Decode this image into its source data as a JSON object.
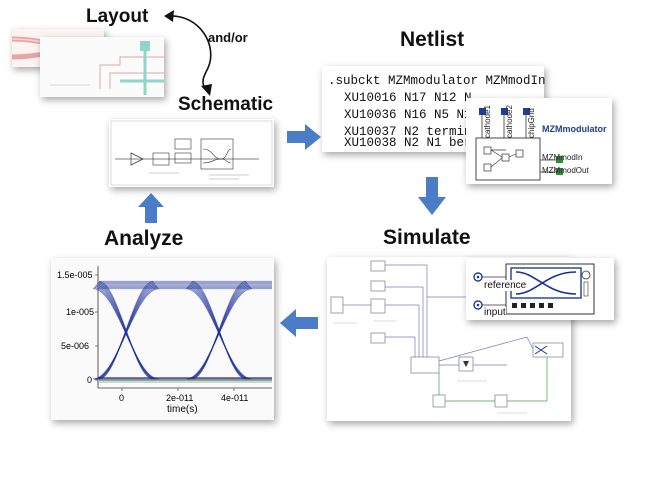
{
  "labels": {
    "layout": "Layout",
    "and_or": "and/or",
    "schematic": "Schematic",
    "netlist": "Netlist",
    "simulate": "Simulate",
    "analyze": "Analyze"
  },
  "netlist": {
    "lines": [
      ".subckt MZMmodulator MZMmodIn",
      "XU10016 N17 N12 N",
      "XU10036 N16 N5 N1",
      "XU10037 N2 termin",
      "XU10038 N2 N1 ber"
    ]
  },
  "symbol": {
    "title": "MZMmodulator",
    "pins_top": [
      "cathode1",
      "cathode2",
      "chipGnd"
    ],
    "pin_in": "MZMmodIn",
    "pin_out": "MZMmodOut"
  },
  "sim_popup": {
    "reference": "reference",
    "input": "input"
  },
  "eye_plot": {
    "xlabel": "time(s)",
    "yticks": [
      "1.5e-005",
      "1e-005",
      "5e-006",
      "0"
    ],
    "xticks": [
      "0",
      "2e-011",
      "4e-011"
    ]
  },
  "colors": {
    "arrow": "#4a7cc7",
    "eye_trace": "#1c2f9a",
    "accent_text": "#1f3f8f"
  }
}
